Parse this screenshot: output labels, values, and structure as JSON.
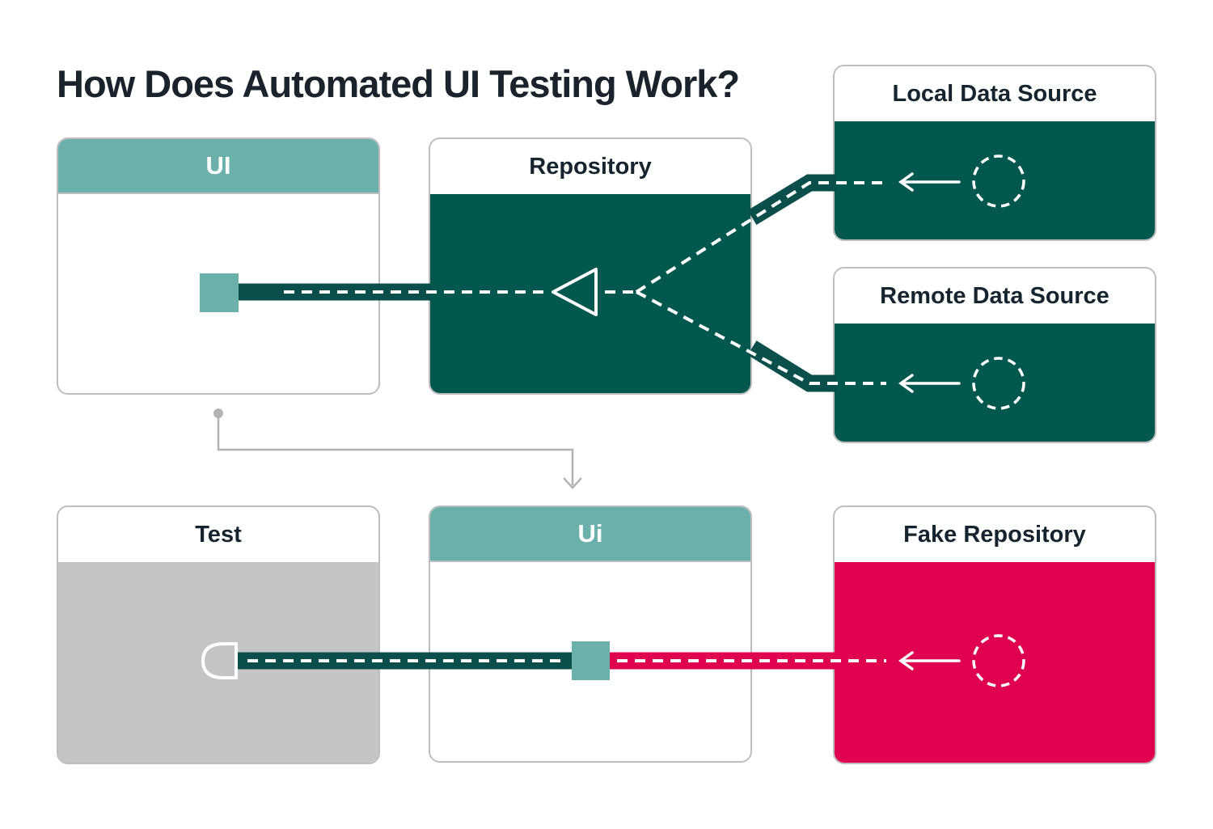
{
  "title": "How Does Automated UI Testing Work?",
  "colors": {
    "title_text": "#1a222c",
    "header_text": "#16242f",
    "teal": "#6cb0ab",
    "dark_teal_box": "#02584f",
    "dark_teal_bar": "#0b4f4c",
    "pink": "#e00050",
    "gray_body": "#c5c5c5",
    "box_border": "#bdbdbd",
    "connector_gray": "#b3b3b3",
    "white": "#ffffff"
  },
  "boxes": {
    "ui_top": {
      "label": "UI"
    },
    "repository": {
      "label": "Repository"
    },
    "local_data_source": {
      "label": "Local Data Source"
    },
    "remote_data_source": {
      "label": "Remote Data Source"
    },
    "test": {
      "label": "Test"
    },
    "ui_bottom": {
      "label": "Ui"
    },
    "fake_repository": {
      "label": "Fake Repository"
    }
  }
}
